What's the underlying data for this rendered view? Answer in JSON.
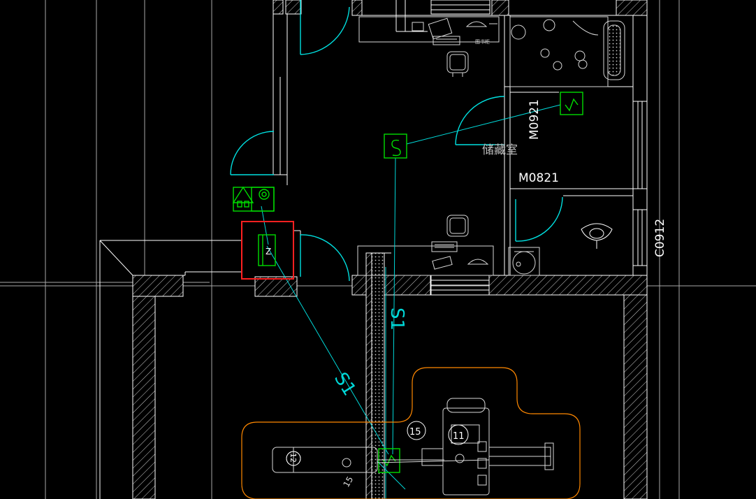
{
  "window": {
    "title": ""
  },
  "colors": {
    "background": "#000000",
    "wall": "#ffffff",
    "grid": "#a8a8a8",
    "fixture": "#d8d8d8",
    "door": "#00e0e0",
    "cable": "#00d8d8",
    "device": "#00dd00",
    "crane": "#ff8800",
    "selection": "#ff2020"
  },
  "labels": {
    "door_m0921": "M0921",
    "door_m0821": "M0821",
    "window_c0912": "C0912",
    "room_name": "储藏室",
    "selected_device": "Z",
    "cable_label_left": "S1",
    "cable_label_right": "S1",
    "node_15": "15",
    "node_11": "11",
    "node_12": "12",
    "rotated_15": "15",
    "desk_note": "图书柜"
  },
  "icons": {
    "sensor": "sensor-s-icon",
    "selected": "z-device-icon",
    "wardrobe": "wardrobe-icon",
    "toilet": "toilet-icon",
    "washbasin": "washbasin-icon",
    "chair": "office-chair-icon",
    "equipment": "crane-vehicle-icon"
  }
}
